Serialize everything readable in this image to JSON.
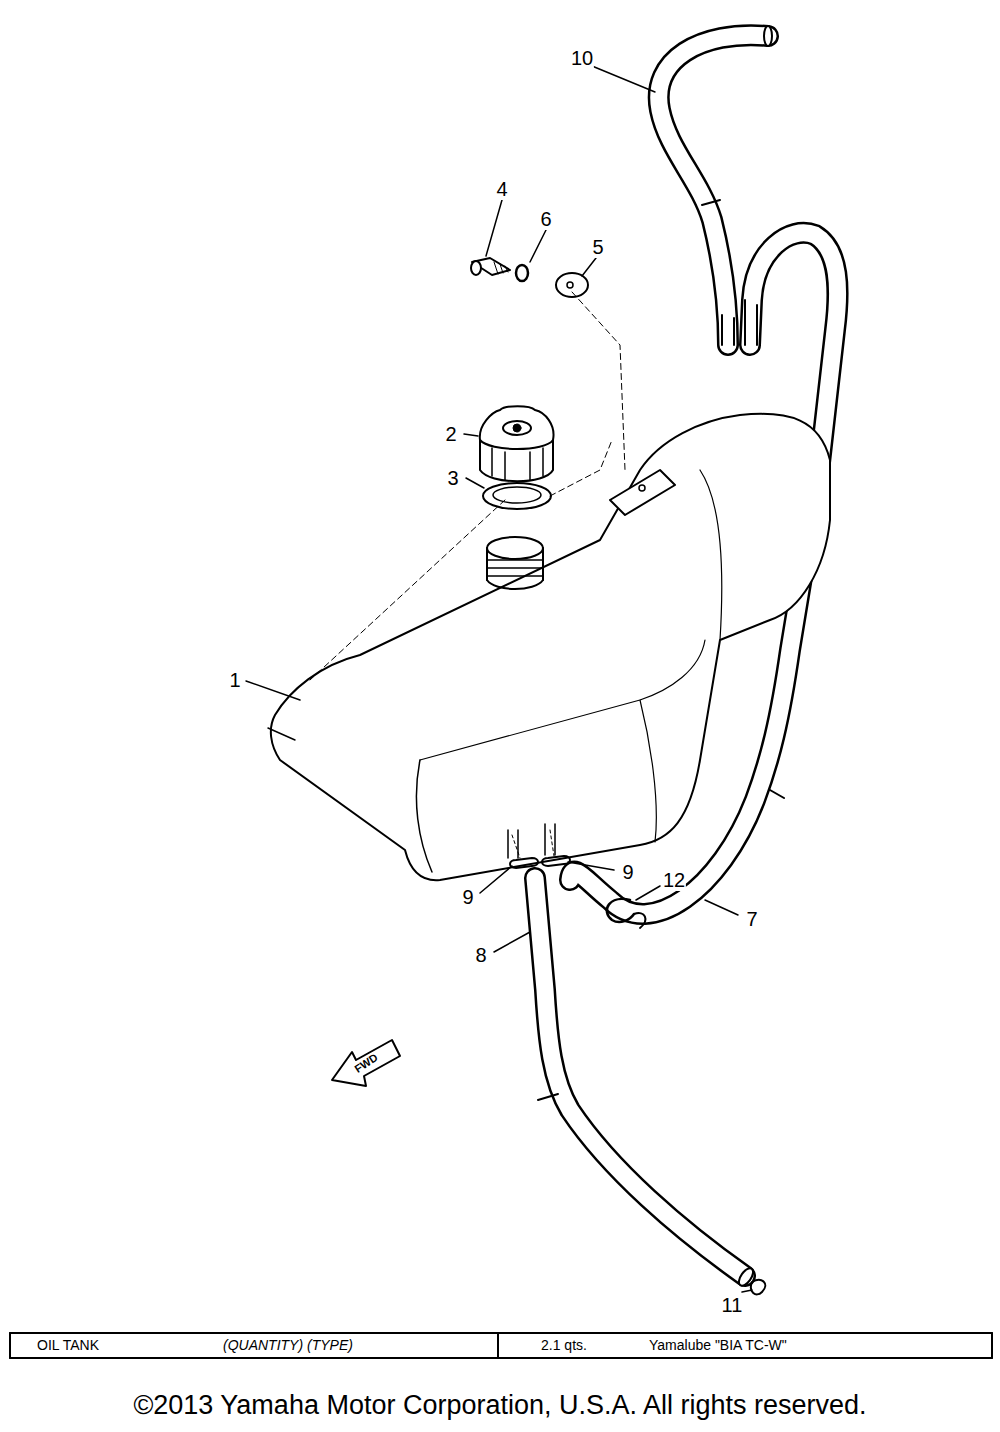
{
  "diagram": {
    "caption": "©2013 Yamaha Motor Corporation, U.S.A. All rights reserved.",
    "labels": [
      "10",
      "4",
      "6",
      "5",
      "2",
      "3",
      "1",
      "9",
      "9",
      "12",
      "7",
      "8",
      "11",
      "FWD",
      "OIL TANK",
      "(QUANTITY) (TYPE)",
      "2.1 qts.",
      "Yamalube \"BIA TC-W\""
    ]
  }
}
